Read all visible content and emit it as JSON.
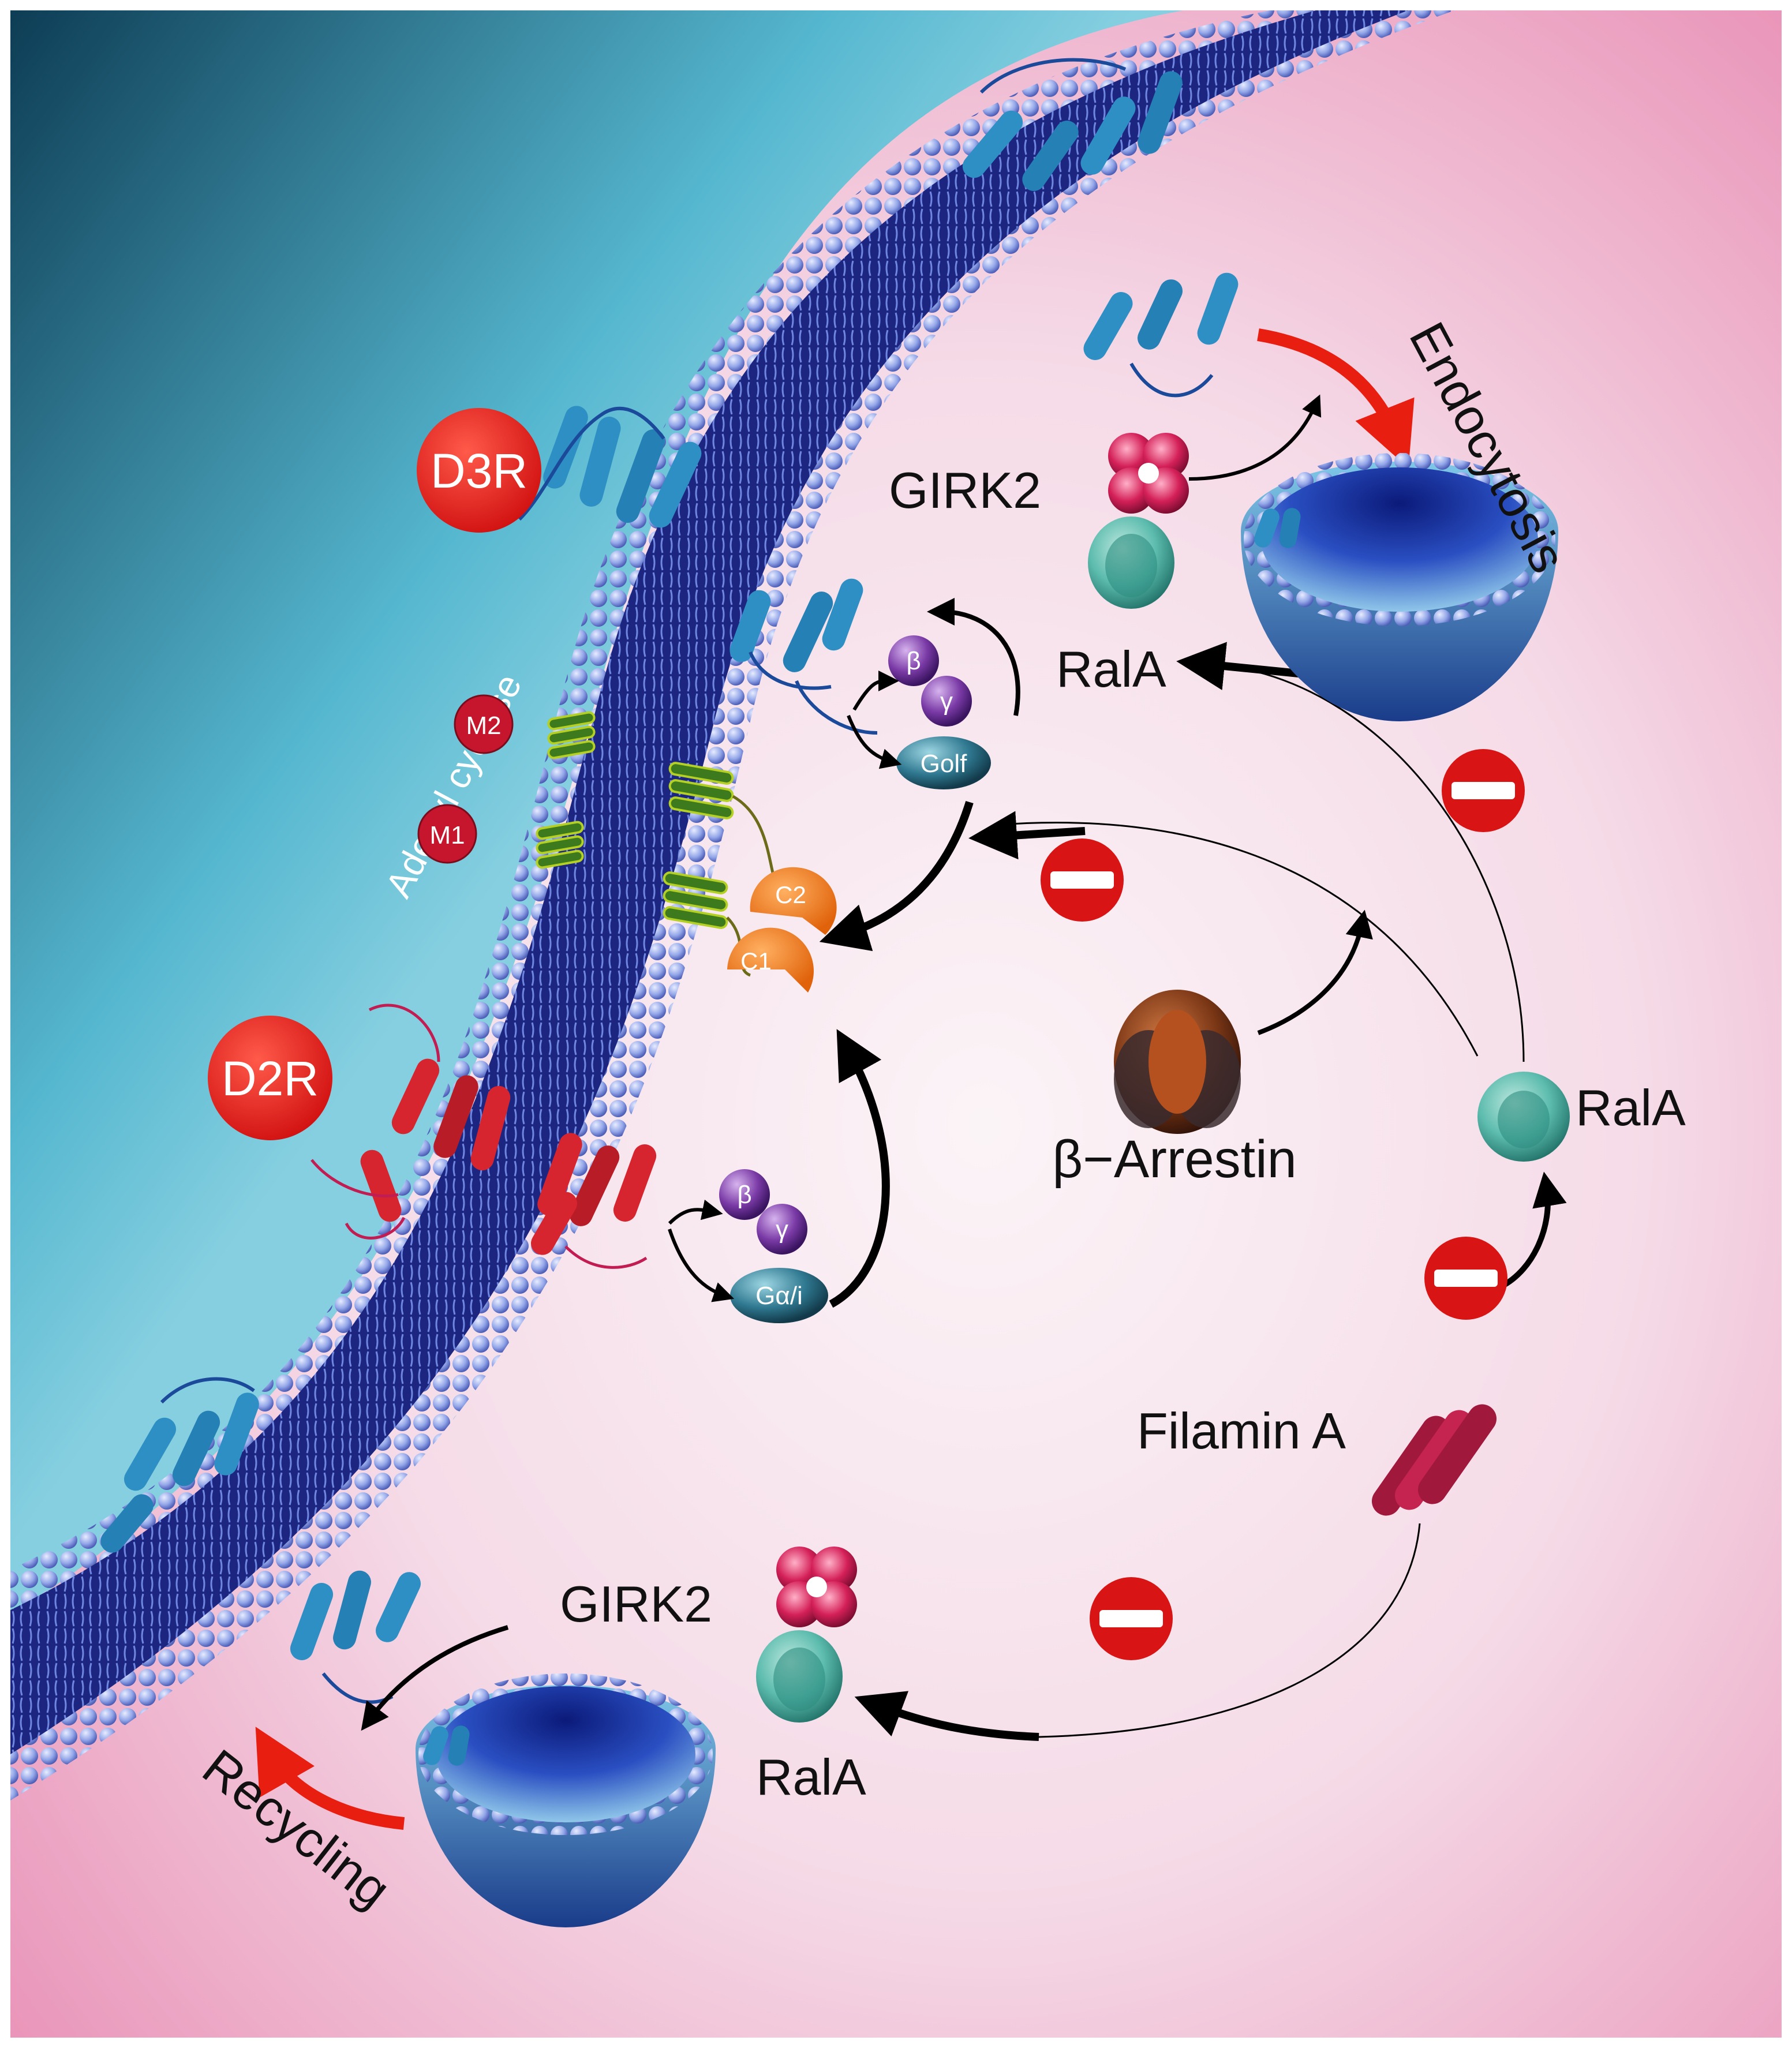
{
  "labels": {
    "d3r": "D3R",
    "d2r": "D2R",
    "adenyl_cyclase": "Adenyl cyclase",
    "m1": "M1",
    "m2": "M2",
    "c1": "C1",
    "c2": "C2",
    "girk2_top": "GIRK2",
    "rala_top": "RalA",
    "endocytosis": "Endocytosis",
    "beta_top": "β",
    "gamma_top": "γ",
    "golf": "Golf",
    "beta_bottom": "β",
    "gamma_bottom": "γ",
    "galpha_i": "Gα/i",
    "beta_arrestin": "β−Arrestin",
    "rala_right": "RalA",
    "filamin_a": "Filamin A",
    "girk2_bottom": "GIRK2",
    "rala_bottom": "RalA",
    "recycling": "Recycling"
  },
  "colors": {
    "extracellular_dark": "#0d3d55",
    "extracellular_light": "#6cc4d8",
    "intracellular_light": "#f6eef2",
    "intracellular_pink": "#e890b5",
    "membrane_core": "#1f2a8a",
    "lipid_head": "#8fa2e6",
    "receptor_d3": "#2e8fc4",
    "receptor_d2": "#d6252f",
    "red_badge": "#e41b16",
    "orange_c": "#f07818",
    "teal_rala": "#4fb3a6",
    "girk_red": "#c2184d",
    "gprotein_purple": "#6a2d8f",
    "galpha_teal": "#2f6f86",
    "arrestin_brown": "#7b3d20",
    "filamin": "#a0183c"
  },
  "icons": [
    "d3-receptor-icon",
    "d2-receptor-icon",
    "adenylyl-cyclase-icon",
    "girk2-channel-icon",
    "rala-protein-icon",
    "beta-arrestin-icon",
    "filamin-a-icon",
    "vesicle-icon",
    "inhibition-icon"
  ]
}
